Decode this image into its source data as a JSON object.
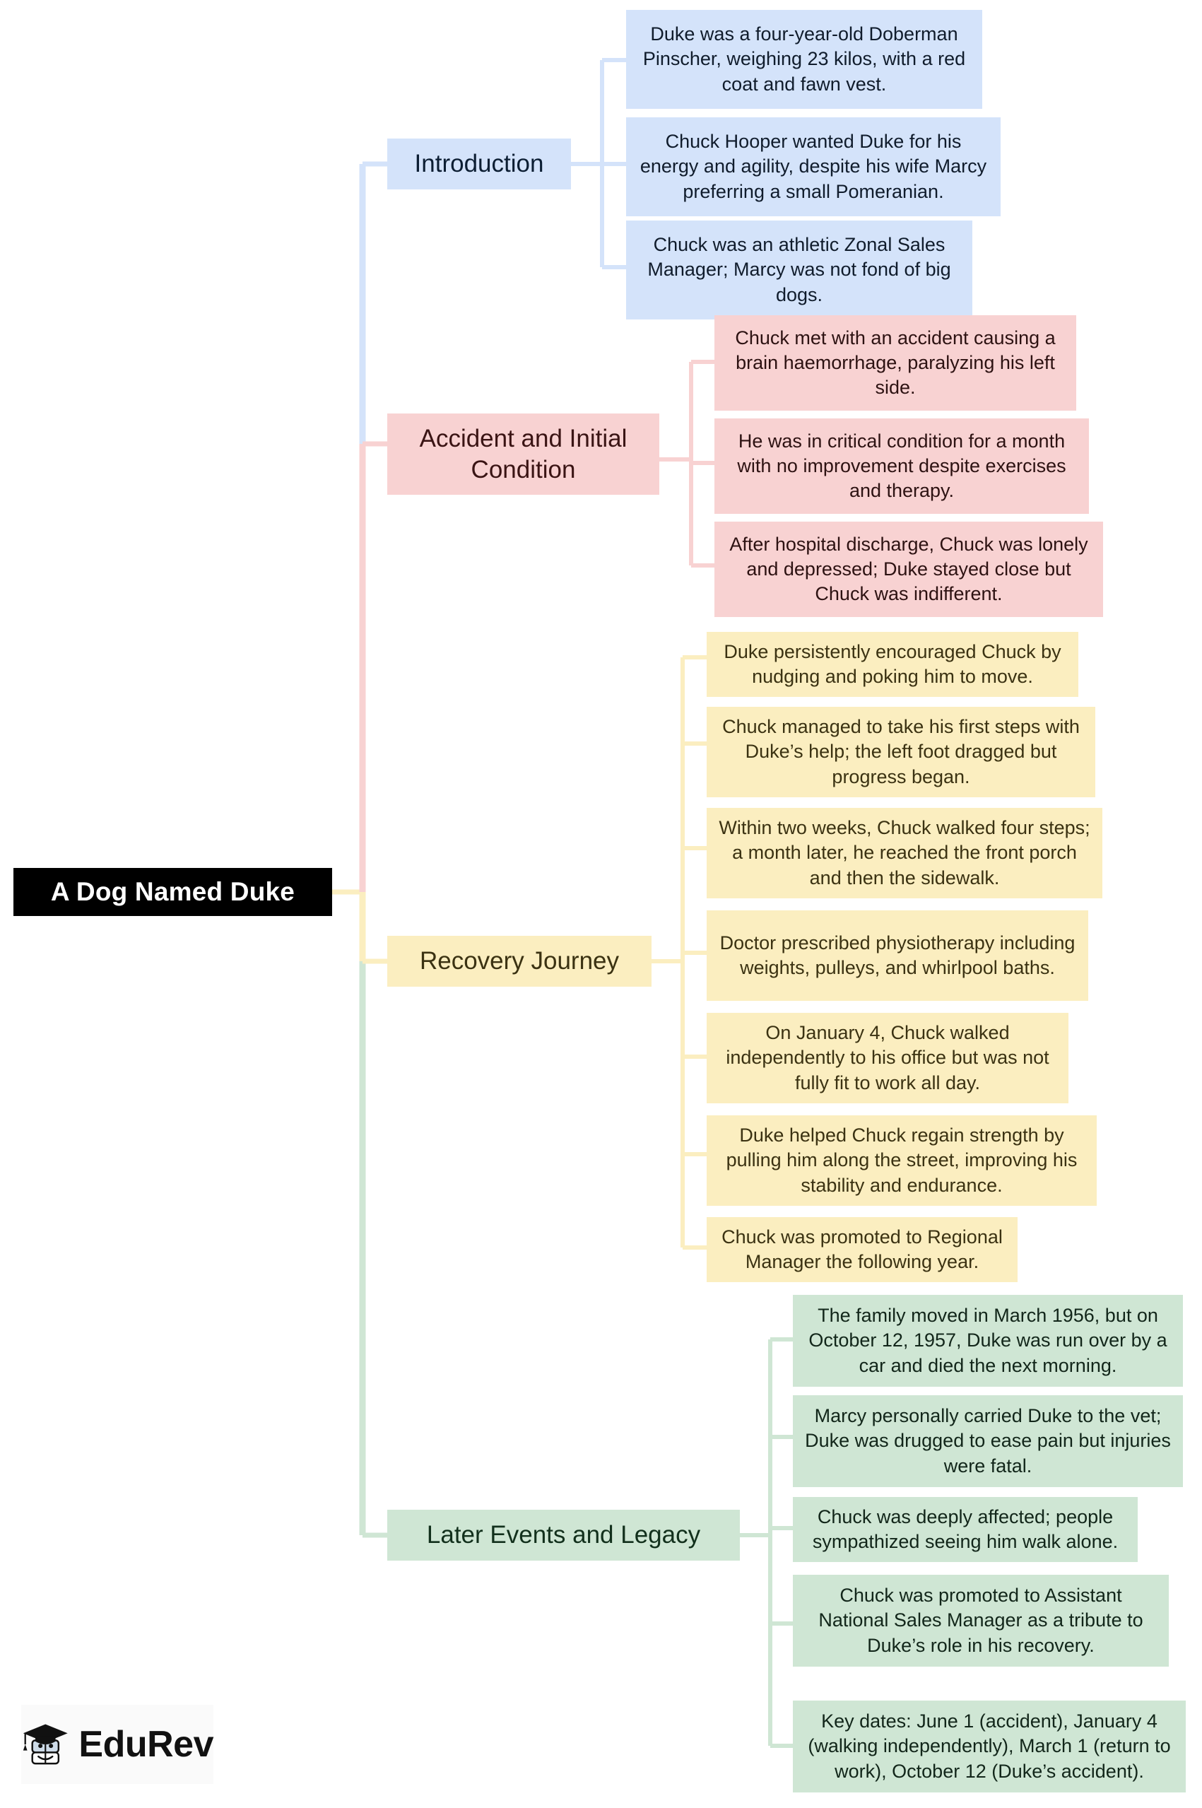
{
  "diagram": {
    "type": "mind-map",
    "title": "A Dog Named Duke",
    "orientation": "left-to-right",
    "palette": {
      "root_bg": "#000000",
      "root_fg": "#ffffff",
      "blue": "#d4e3fa",
      "pink": "#f8d2d2",
      "yellow": "#fbeec0",
      "green": "#cfe6d4"
    }
  },
  "root": {
    "label": "A Dog Named Duke"
  },
  "branches": [
    {
      "id": "introduction",
      "label": "Introduction",
      "color_key": "blue",
      "children": [
        {
          "text": "Duke was a four-year-old Doberman Pinscher, weighing 23 kilos, with a red coat and fawn vest."
        },
        {
          "text": "Chuck Hooper wanted Duke for his energy and agility, despite his wife Marcy preferring a small Pomeranian."
        },
        {
          "text": "Chuck was an athletic Zonal Sales Manager; Marcy was not fond of big dogs."
        }
      ]
    },
    {
      "id": "accident-and-initial-condition",
      "label": "Accident and Initial Condition",
      "color_key": "pink",
      "children": [
        {
          "text": "Chuck met with an accident causing a brain haemorrhage, paralyzing his left side."
        },
        {
          "text": "He was in critical condition for a month with no improvement despite exercises and therapy."
        },
        {
          "text": "After hospital discharge, Chuck was lonely and depressed; Duke stayed close but Chuck was indifferent."
        }
      ]
    },
    {
      "id": "recovery-journey",
      "label": "Recovery Journey",
      "color_key": "yellow",
      "children": [
        {
          "text": "Duke persistently encouraged Chuck by nudging and poking him to move."
        },
        {
          "text": "Chuck managed to take his first steps with Duke’s help; the left foot dragged but progress began."
        },
        {
          "text": "Within two weeks, Chuck walked four steps; a month later, he reached the front porch and then the sidewalk."
        },
        {
          "text": "Doctor prescribed physiotherapy including weights, pulleys, and whirlpool baths."
        },
        {
          "text": "On January 4, Chuck walked independently to his office but was not fully fit to work all day."
        },
        {
          "text": "Duke helped Chuck regain strength by pulling him along the street, improving his stability and endurance."
        },
        {
          "text": "Chuck was promoted to Regional Manager the following year."
        }
      ]
    },
    {
      "id": "later-events-and-legacy",
      "label": "Later Events and Legacy",
      "color_key": "green",
      "children": [
        {
          "text": "The family moved in March 1956, but on October 12, 1957, Duke was run over by a car and died the next morning."
        },
        {
          "text": "Marcy personally carried Duke to the vet; Duke was drugged to ease pain but injuries were fatal."
        },
        {
          "text": "Chuck was deeply affected; people sympathized seeing him walk alone."
        },
        {
          "text": "Chuck was promoted to Assistant National Sales Manager as a tribute to Duke’s role in his recovery."
        },
        {
          "text": "Key dates: June 1 (accident), January 4 (walking independently), March 1 (return to work), October 12 (Duke’s accident)."
        }
      ]
    }
  ],
  "watermark": {
    "brand": "EduRev",
    "icon": "graduation-cap-book-mascot-icon"
  }
}
